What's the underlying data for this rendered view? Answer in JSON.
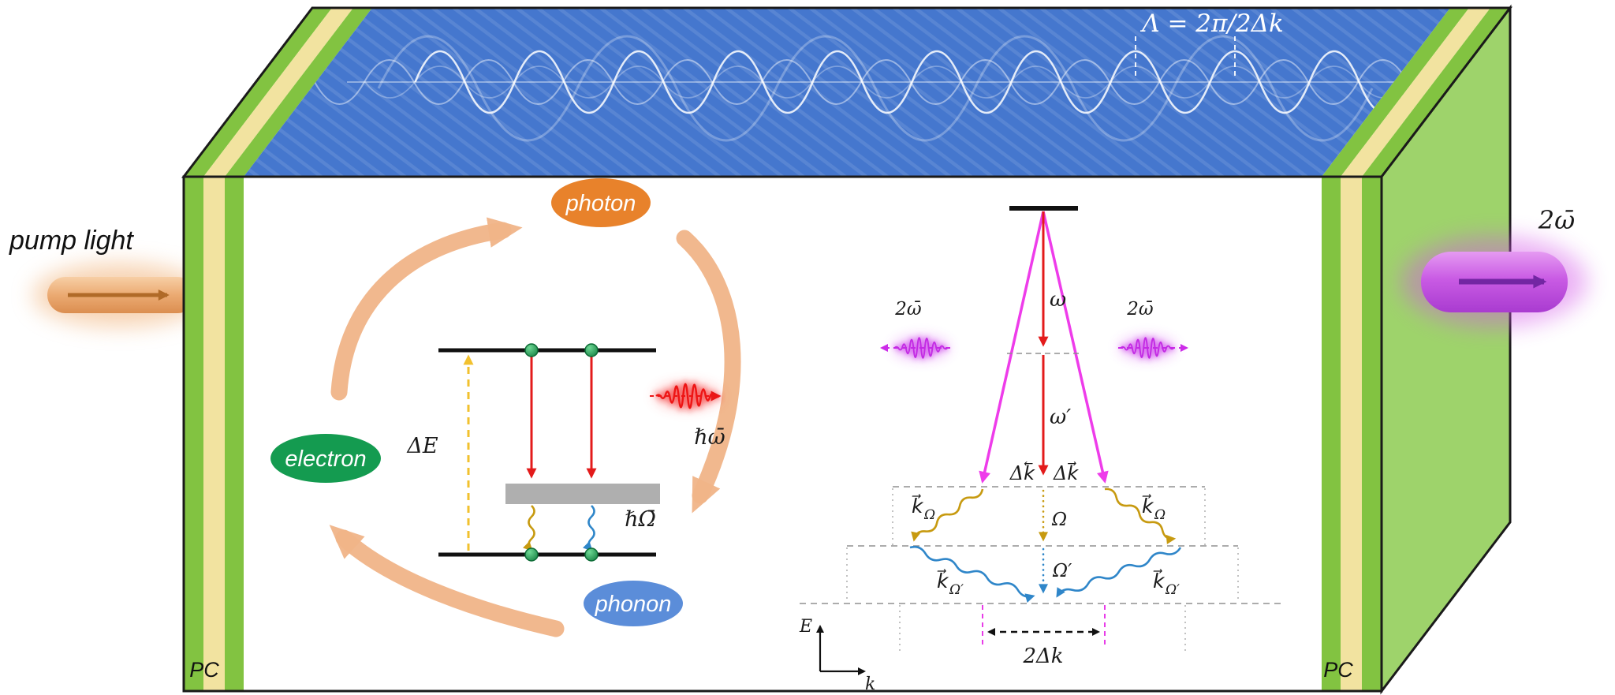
{
  "colors": {
    "top_face_blue": "#4577CE",
    "side_face_green": "#9ED36B",
    "stripe_green": "#82C341",
    "stripe_yellow": "#F2E3A0",
    "photon_orange": "#E8822B",
    "electron_green": "#149B50",
    "phonon_blue": "#5B8DD9",
    "cycle_arrow_tan": "#F0B488",
    "pump_beam_orange": "#E8A878",
    "output_beam_magenta": "#C44FE0",
    "red_arrow": "#E31B1B",
    "yellow_wavy": "#C79A10",
    "blue_wavy": "#2F86C9",
    "magenta_arrow": "#EE3CEA",
    "delta_e_yellow": "#F2C12E",
    "dashed_gray": "#909090"
  },
  "labels": {
    "pump": "pump light",
    "output": "2ω̄",
    "grating": "Λ = 2π/2Δk",
    "pc_left": "PC",
    "pc_right": "PC",
    "photon": "photon",
    "electron": "electron",
    "phonon": "phonon",
    "delta_E": "ΔE",
    "hbar_omega": "ℏω̄",
    "hbar_Omega": "ℏΩ̄",
    "omega": "ω",
    "omega_prime": "ω′",
    "two_omega": "2ω̄",
    "dk_left": "Δk⃖",
    "dk_right": "Δk⃗",
    "k_vec": "k⃗",
    "sub_Omega": "Ω",
    "sub_Omega_prime": "Ω′",
    "Omega": "Ω",
    "Omega_prime": "Ω′",
    "two_dk": "2Δk",
    "axis_E": "E",
    "axis_k": "k"
  }
}
